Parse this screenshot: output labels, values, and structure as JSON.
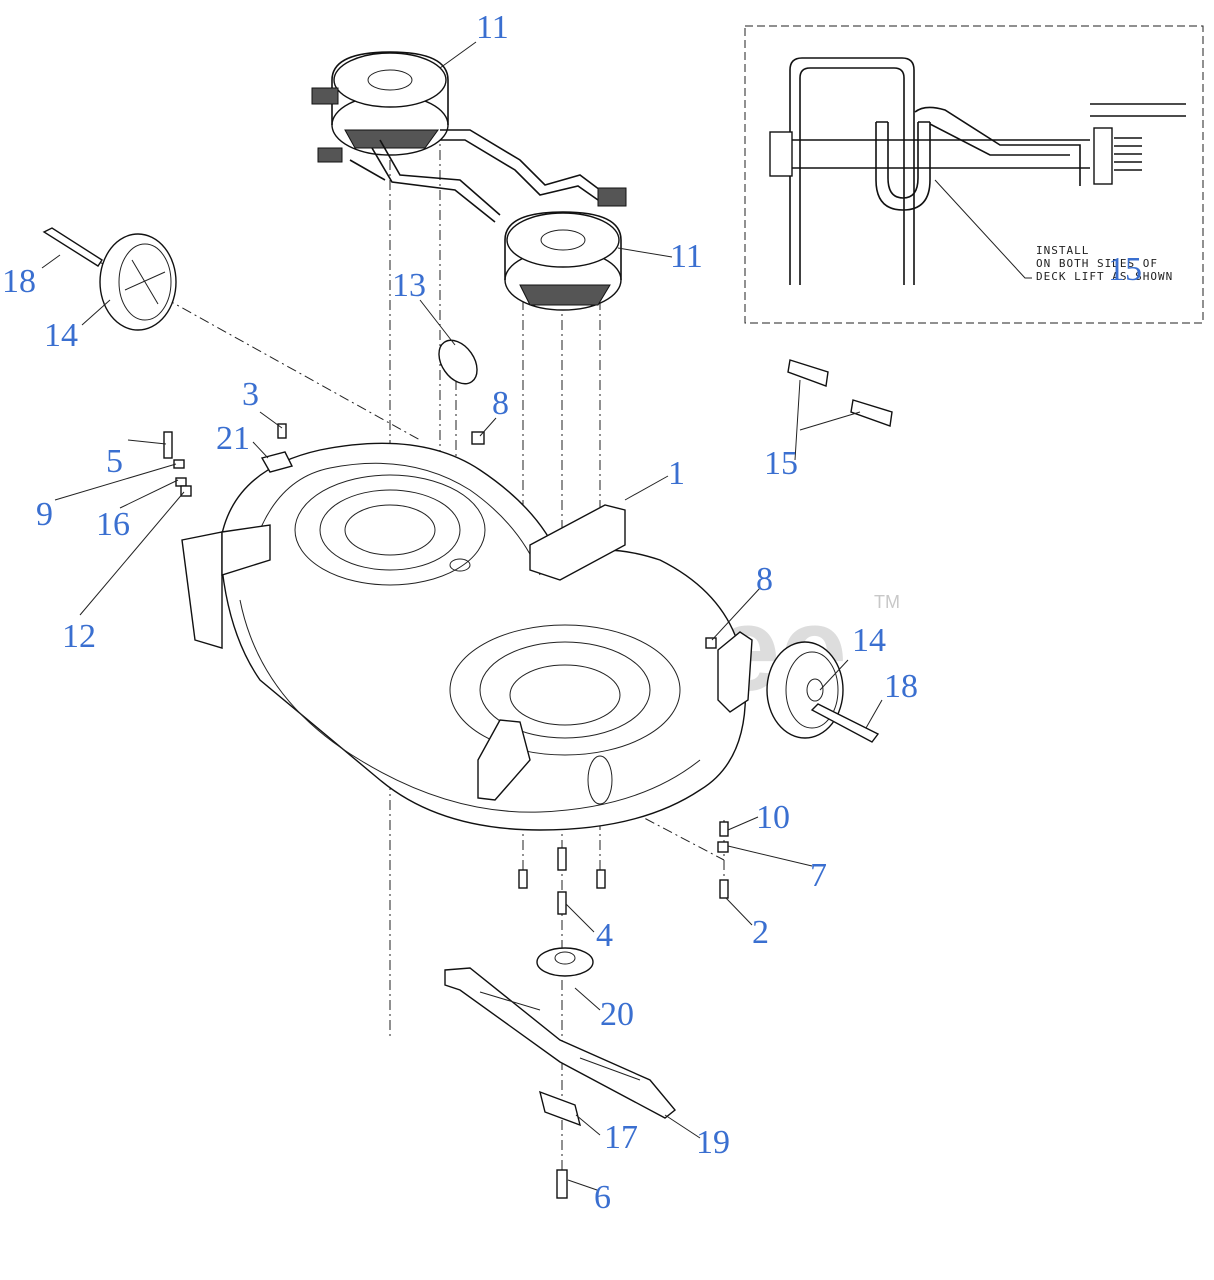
{
  "watermark": {
    "text": "PartsTree",
    "tm": "TM"
  },
  "inset": {
    "note_line1": "INSTALL",
    "note_line2": "ON BOTH SIDES OF",
    "note_line3": "DECK LIFT AS SHOWN"
  },
  "callouts": {
    "c11a": "11",
    "c11b": "11",
    "c18a": "18",
    "c14a": "14",
    "c13": "13",
    "c3": "3",
    "c8a": "8",
    "c21": "21",
    "c5": "5",
    "c9": "9",
    "c16": "16",
    "c12": "12",
    "c1": "1",
    "c15a": "15",
    "c15b": "15",
    "c8b": "8",
    "c14b": "14",
    "c18b": "18",
    "c10": "10",
    "c7": "7",
    "c4": "4",
    "c2": "2",
    "c20": "20",
    "c17": "17",
    "c19": "19",
    "c6": "6"
  }
}
